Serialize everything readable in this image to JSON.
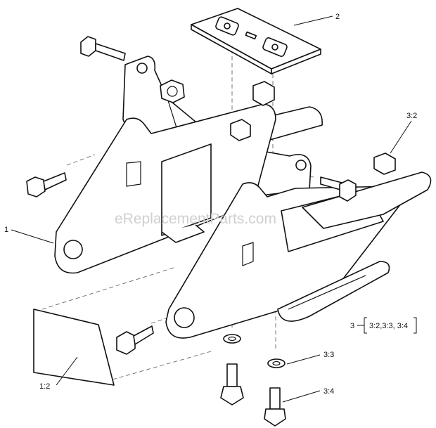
{
  "labels": {
    "l1": "1",
    "l2": "2",
    "l3": "3",
    "l3_2": "3:2",
    "l3_3": "3:3",
    "l3_4": "3:4",
    "l1_2": "1:2",
    "kit": "3:2,3:3, 3:4"
  },
  "watermark": "eReplacementParts.com"
}
